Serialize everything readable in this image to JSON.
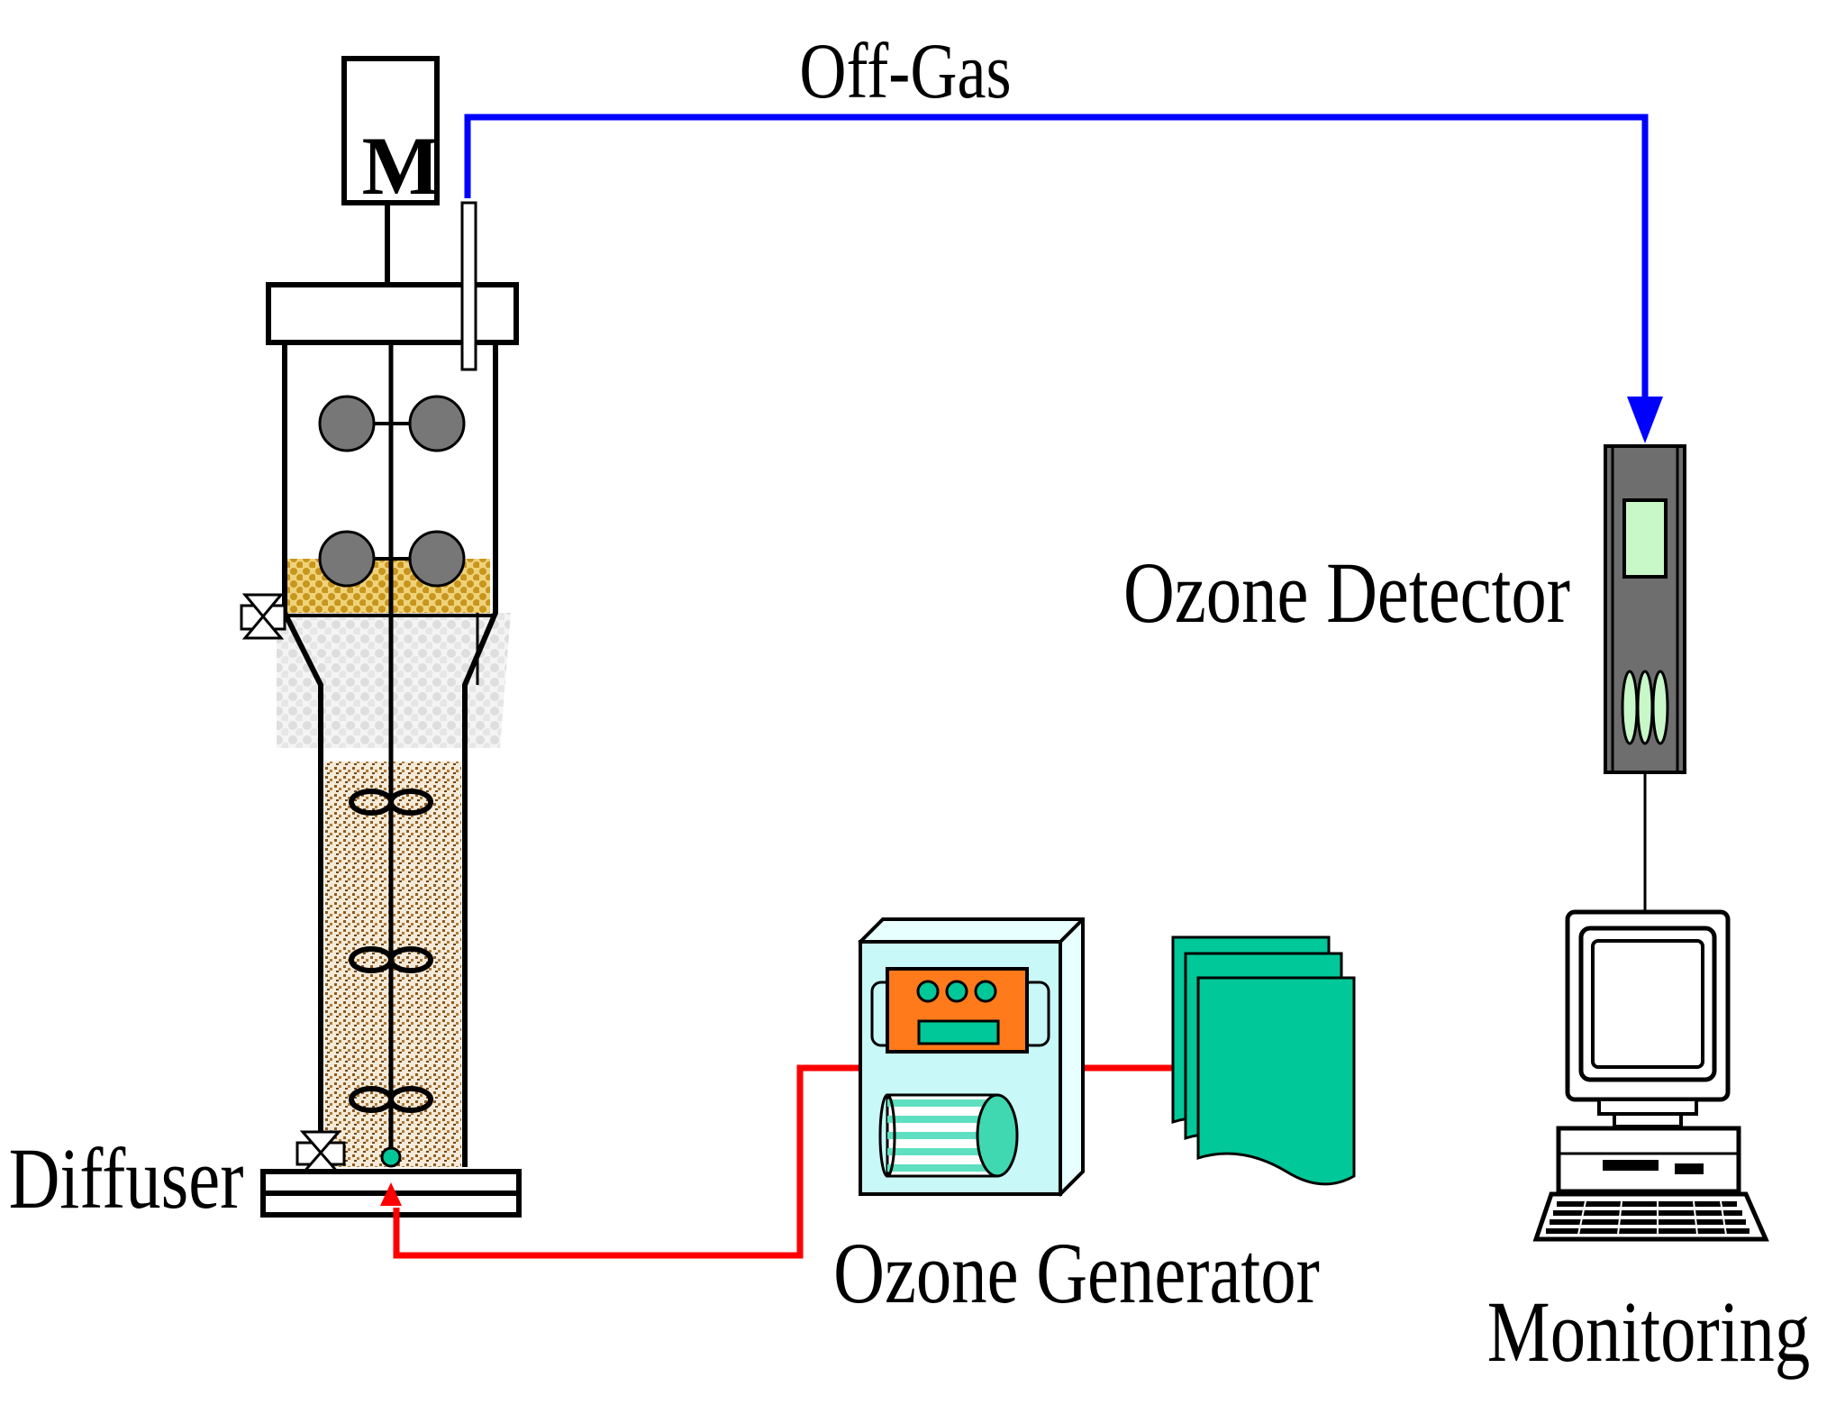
{
  "labels": {
    "off_gas": "Off-Gas",
    "motor": "M",
    "ozone_detector": "Ozone Detector",
    "diffuser": "Diffuser",
    "ozone_generator": "Ozone Generator",
    "monitoring": "Monitoring"
  },
  "colors": {
    "off_gas_line": "#0000ff",
    "ozone_supply_line": "#ff0000",
    "media_gold": "#d4a62a",
    "media_brown": "#a0703a",
    "generator_body": "#c8f8f8",
    "generator_panel": "#ff7a1a",
    "generator_accent": "#00c898",
    "detector_body": "#6e6e6e",
    "detector_display": "#c8f8c8",
    "impeller_gray": "#777777"
  },
  "icons": {
    "motor": "motor-icon",
    "valve": "valve-icon",
    "computer": "computer-icon",
    "gas_cylinder": "cylinder-icon"
  }
}
